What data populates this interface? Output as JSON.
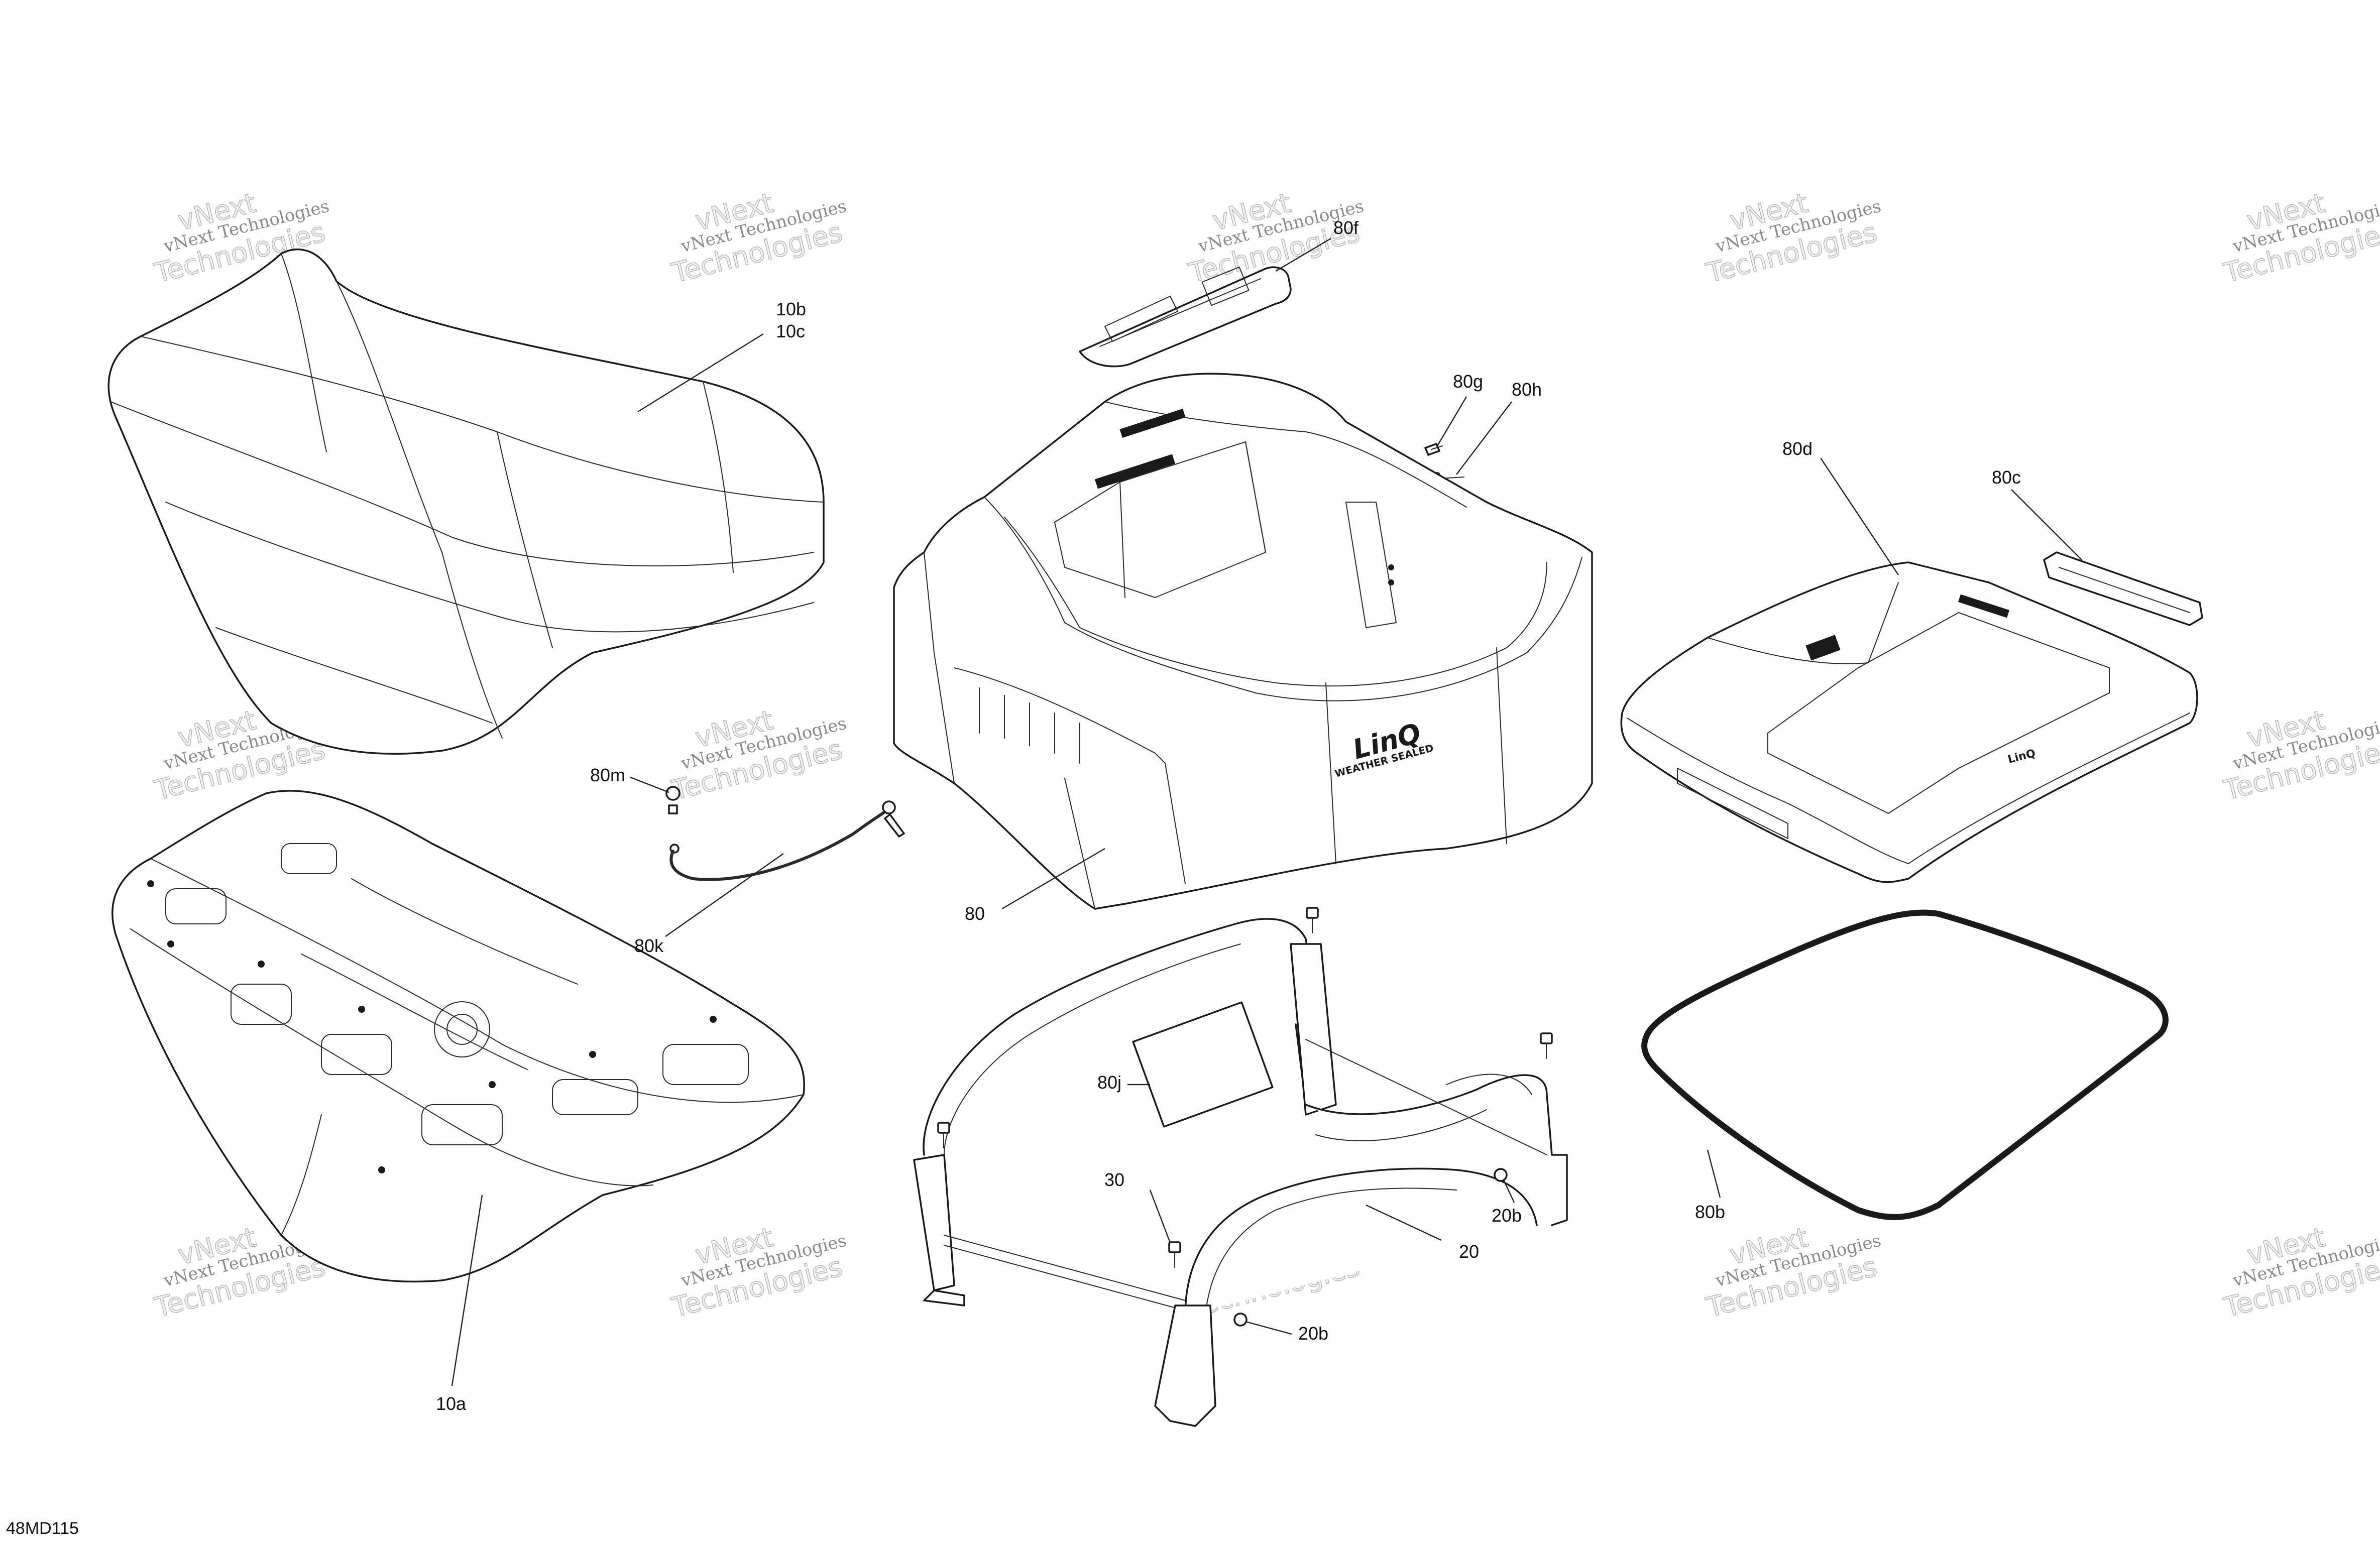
{
  "drawing_number": "48MD115",
  "watermark": {
    "line_small": "vNext Technologies",
    "line_big_top": "vNext",
    "line_big_bottom": "Technologies"
  },
  "callouts": {
    "p10b": "10b",
    "p10c": "10c",
    "p10a": "10a",
    "p80f": "80f",
    "p80g": "80g",
    "p80h": "80h",
    "p80d": "80d",
    "p80c": "80c",
    "p80m": "80m",
    "p80k": "80k",
    "p80": "80",
    "p80j": "80j",
    "p30": "30",
    "p20b_right": "20b",
    "p20": "20",
    "p20b_bottom": "20b",
    "p80b": "80b"
  },
  "box_label": {
    "brand": "LinQ",
    "subtitle": "WEATHER SEALED"
  },
  "lid_label": "LinQ"
}
